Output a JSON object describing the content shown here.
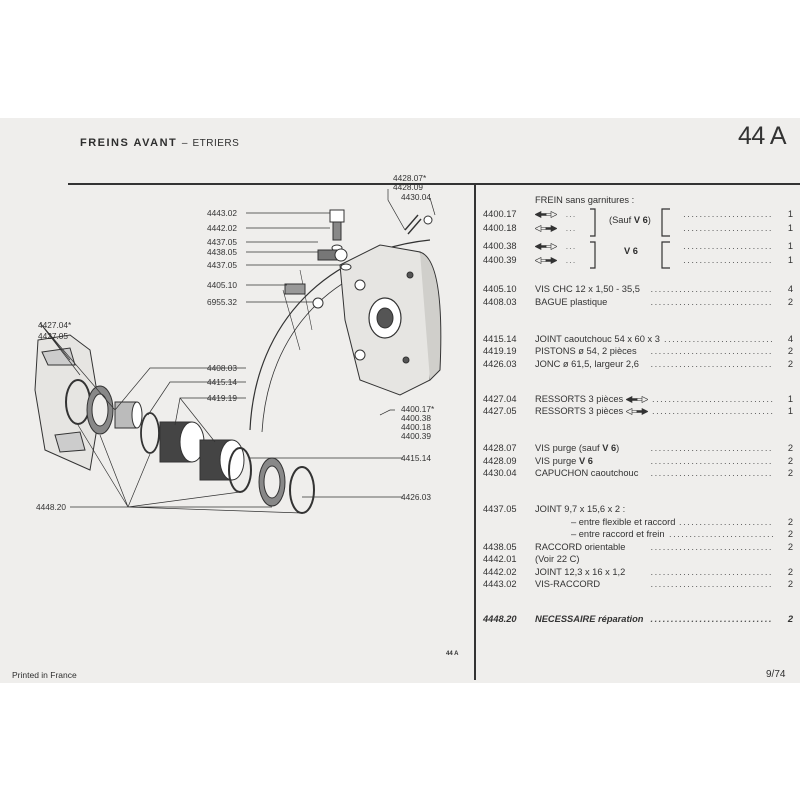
{
  "header": {
    "title": "FREINS AVANT",
    "separator": "–",
    "subtitle": "ETRIERS",
    "page_code": "44 A"
  },
  "footer": {
    "printed": "Printed in France",
    "date": "9/74",
    "figure_code": "44 A"
  },
  "diagram_labels": [
    "4428.07*",
    "4428.09",
    "4430.04",
    "4443.02",
    "4442.02",
    "4437.05",
    "4438.05",
    "4437.05",
    "4405.10",
    "6955.32",
    "4427.04*",
    "4427.05",
    "4408.03",
    "4415.14",
    "4419.19",
    "4400.17*",
    "4400.38",
    "4400.18",
    "4400.39",
    "4415.14",
    "4426.03",
    "4448.20"
  ],
  "parts_list": {
    "frein_heading": "FREIN sans garnitures :",
    "sauf_v6": "(Sauf ",
    "v6": "V 6",
    "sauf_v6_close": ")",
    "rows": [
      {
        "code": "4400.17",
        "arrow": "arrow-left-filled",
        "group": "sauf-v6",
        "qty": "1"
      },
      {
        "code": "4400.18",
        "arrow": "arrow-right-filled",
        "group": "sauf-v6",
        "qty": "1"
      },
      {
        "code": "4400.38",
        "arrow": "arrow-left-filled",
        "group": "v6",
        "qty": "1"
      },
      {
        "code": "4400.39",
        "arrow": "arrow-right-filled",
        "group": "v6",
        "qty": "1"
      },
      {
        "code": "4405.10",
        "desc": [
          {
            "t": "VIS CHC 12 x 1,50 - 35,5"
          }
        ],
        "qty": "4"
      },
      {
        "code": "4408.03",
        "desc": [
          {
            "t": "BAGUE plastique"
          }
        ],
        "qty": "2"
      },
      {
        "code": "4415.14",
        "desc": [
          {
            "t": "JOINT caoutchouc 54 x 60 x 3"
          }
        ],
        "qty": "4"
      },
      {
        "code": "4419.19",
        "desc": [
          {
            "t": "PISTONS ø 54, 2 pièces"
          }
        ],
        "qty": "2"
      },
      {
        "code": "4426.03",
        "desc": [
          {
            "t": "JONC ø 61,5, largeur 2,6"
          }
        ],
        "qty": "2"
      },
      {
        "code": "4427.04",
        "desc": [
          {
            "t": "RESSORTS 3 pièces"
          }
        ],
        "arrow": "arrow-left-filled",
        "qty": "1"
      },
      {
        "code": "4427.05",
        "desc": [
          {
            "t": "RESSORTS 3 pièces"
          }
        ],
        "arrow": "arrow-right-filled",
        "qty": "1"
      },
      {
        "code": "4428.07",
        "desc": [
          {
            "t": "VIS purge (sauf "
          },
          {
            "t": "V 6",
            "b": true
          },
          {
            "t": ")"
          }
        ],
        "qty": "2"
      },
      {
        "code": "4428.09",
        "desc": [
          {
            "t": "VIS purge "
          },
          {
            "t": "V 6",
            "b": true
          }
        ],
        "qty": "2"
      },
      {
        "code": "4430.04",
        "desc": [
          {
            "t": "CAPUCHON caoutchouc"
          }
        ],
        "qty": "2"
      },
      {
        "code": "4437.05",
        "desc": [
          {
            "t": "JOINT 9,7 x 15,6 x 2 :"
          }
        ],
        "qty": ""
      },
      {
        "code": "",
        "desc": [
          {
            "t": "– entre flexible et raccord"
          }
        ],
        "indent": true,
        "qty": "2"
      },
      {
        "code": "",
        "desc": [
          {
            "t": "– entre raccord et frein"
          }
        ],
        "indent": true,
        "qty": "2"
      },
      {
        "code": "4438.05",
        "desc": [
          {
            "t": "RACCORD orientable"
          }
        ],
        "qty": "2"
      },
      {
        "code": "4442.01",
        "desc": [
          {
            "t": "(Voir 22 C)"
          }
        ],
        "qty": ""
      },
      {
        "code": "4442.02",
        "desc": [
          {
            "t": "JOINT 12,3 x 16 x 1,2"
          }
        ],
        "qty": "2"
      },
      {
        "code": "4443.02",
        "desc": [
          {
            "t": "VIS-RACCORD"
          }
        ],
        "qty": "2"
      },
      {
        "code": "4448.20",
        "desc": [
          {
            "t": "NECESSAIRE réparation"
          }
        ],
        "italic": true,
        "qty": "2"
      }
    ]
  }
}
